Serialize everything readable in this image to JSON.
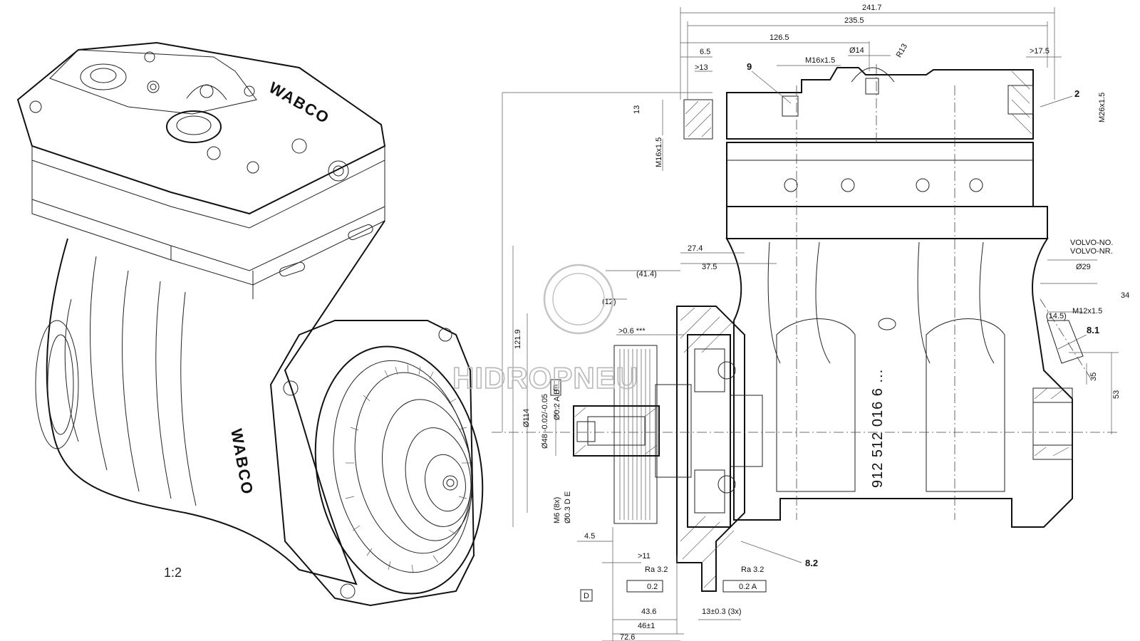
{
  "drawing": {
    "scale": "1:2",
    "brand_top": "WABCO",
    "brand_side": "WABCO",
    "part_number": "912 512 016 6 ...",
    "watermark": "HIDROPNEU",
    "volvo_no": "VOLVO-NO.",
    "volvo_nr": "VOLVO-NR."
  },
  "dimensions": {
    "d241_7": "241.7",
    "d235_5": "235.5",
    "d126_5": "126.5",
    "d6_5": "6.5",
    "gt13": ">13",
    "m16x1_5_top": "M16x1.5",
    "phi14": "Ø14",
    "r13": "R13",
    "gt17_5": ">17.5",
    "m26x1_5": "M26x1.5",
    "d13": "13",
    "m16x1_5_side": "M16x1.5",
    "d27_4": "27.4",
    "d37_5": "37.5",
    "d41_4": "(41.4)",
    "d12": "(12)",
    "gt0_6": ">0.6 ***",
    "d121_9": "121.9",
    "d114": "Ø114",
    "d48": "Ø48 -0.02/-0.05",
    "phi02ab": "Ø0.2 A B",
    "m6x8": "M6 (8x)",
    "d03de": "Ø0.3 D E",
    "d4_5": "4.5",
    "gt11": ">11",
    "ra32_left": "Ra 3.2",
    "flat02": "0.2",
    "ra32_right": "Ra 3.2",
    "par02a": "0.2 A",
    "d43_6": "43.6",
    "d13_03": "13±0.3 (3x)",
    "d46": "46±1",
    "d72_6": "72.6",
    "phi29": "Ø29",
    "d34": "34",
    "m12x1_5": "M12x1.5",
    "d14_5": "(14.5)",
    "d35": "35",
    "d53": "53",
    "datum_d": "D",
    "datum_e": "E"
  },
  "callouts": {
    "c9": "9",
    "c2": "2",
    "c8_1": "8.1",
    "c8_2": "8.2"
  }
}
